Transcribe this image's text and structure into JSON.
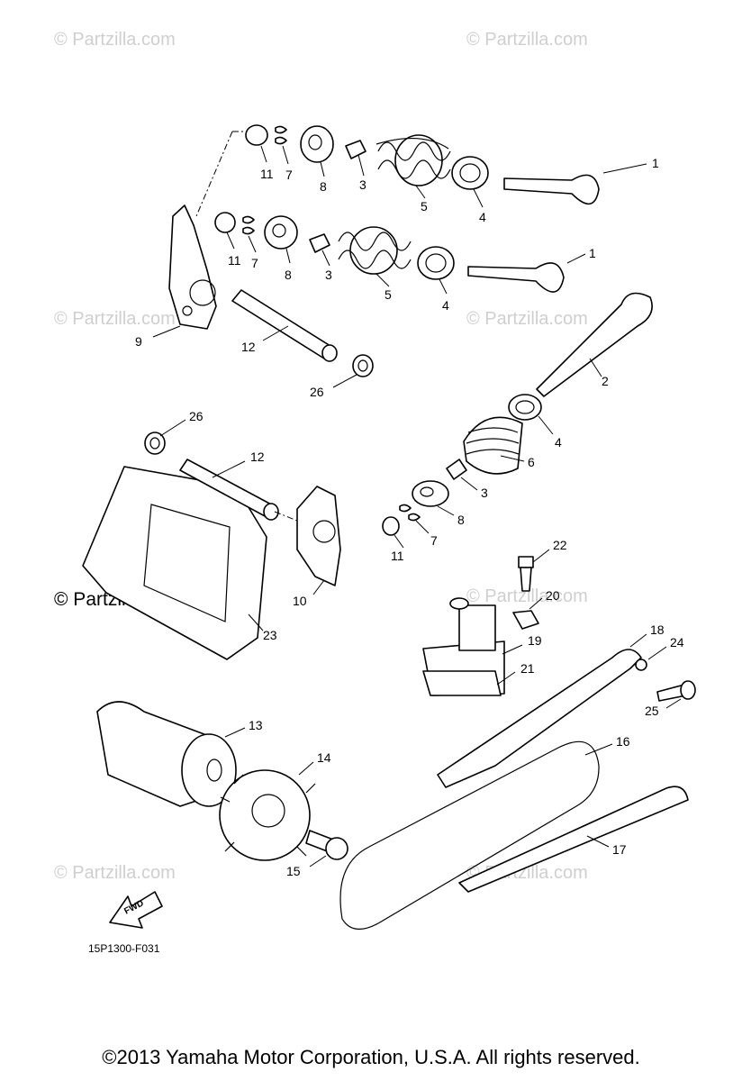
{
  "watermarks": {
    "faint": "© Partzilla.com",
    "strong": "© Partzilla.com"
  },
  "drawing_code": "15P1300-F031",
  "fwd_label": "FWD",
  "copyright": "©2013  Yamaha Motor Corporation, U.S.A. All rights reserved.",
  "callouts": {
    "c1a": "1",
    "c1b": "1",
    "c2": "2",
    "c3a": "3",
    "c3b": "3",
    "c3c": "3",
    "c4a": "4",
    "c4b": "4",
    "c4c": "4",
    "c5a": "5",
    "c5b": "5",
    "c6": "6",
    "c7a": "7",
    "c7b": "7",
    "c7c": "7",
    "c8a": "8",
    "c8b": "8",
    "c8c": "8",
    "c9": "9",
    "c10": "10",
    "c11a": "11",
    "c11b": "11",
    "c11c": "11",
    "c12a": "12",
    "c12b": "12",
    "c13": "13",
    "c14": "14",
    "c15": "15",
    "c16": "16",
    "c17": "17",
    "c18": "18",
    "c19": "19",
    "c20": "20",
    "c21": "21",
    "c22": "22",
    "c23": "23",
    "c24": "24",
    "c25": "25",
    "c26a": "26",
    "c26b": "26"
  }
}
